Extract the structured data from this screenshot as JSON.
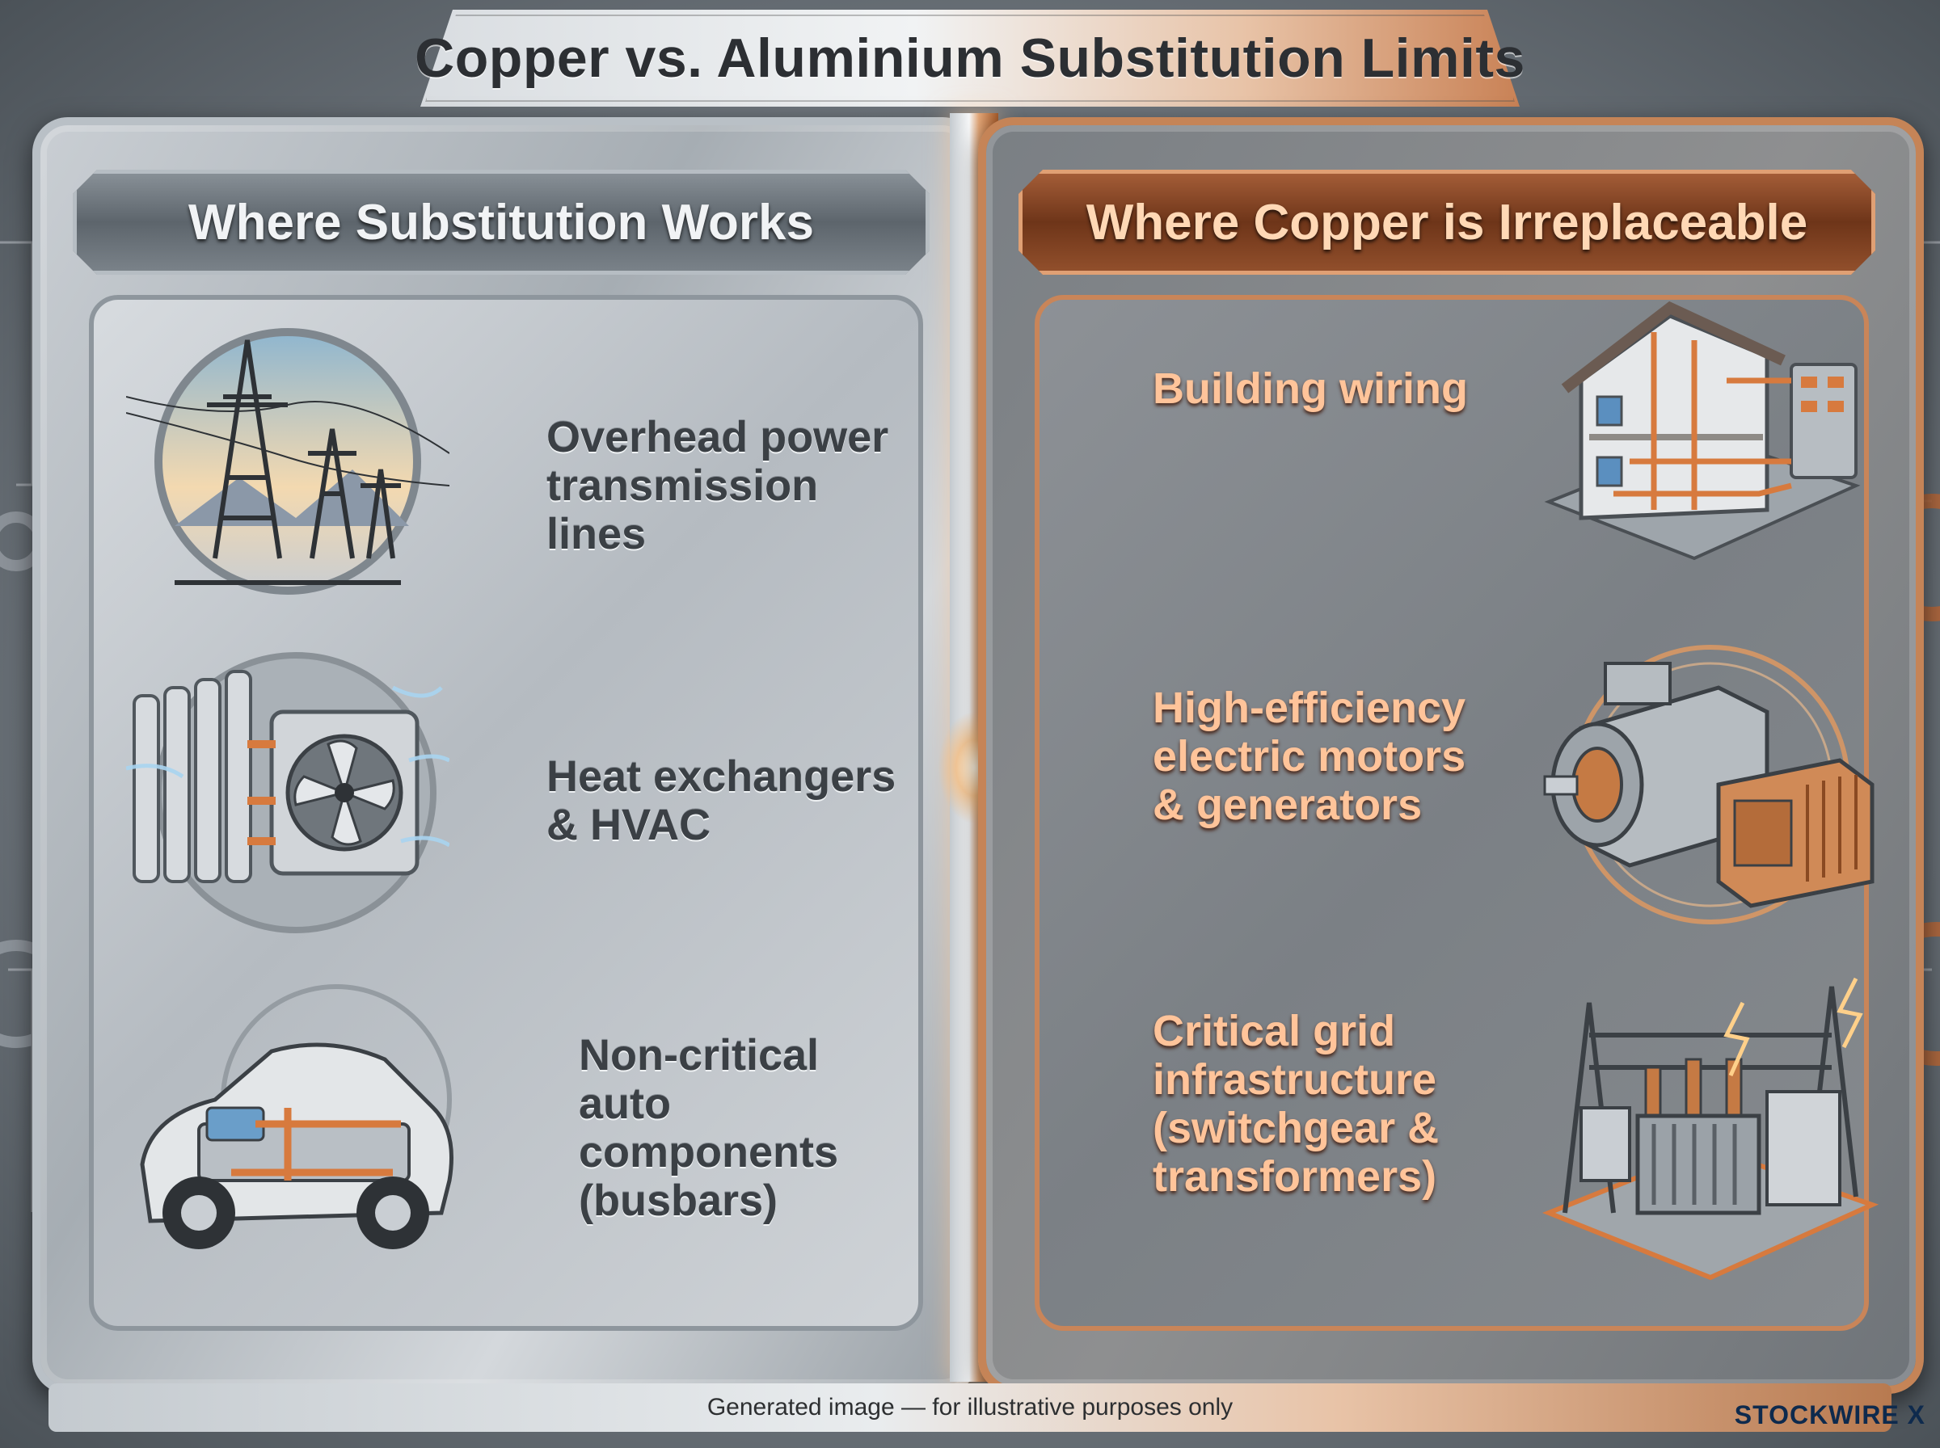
{
  "title": "Copper vs. Aluminium Substitution Limits",
  "left": {
    "heading": "Where Substitution Works",
    "items": [
      {
        "label": "Overhead power\ntransmission lines",
        "icon": "transmission-tower-icon"
      },
      {
        "label": "Heat exchangers\n& HVAC",
        "icon": "hvac-fan-icon"
      },
      {
        "label": "Non-critical auto\ncomponents\n(busbars)",
        "icon": "car-battery-icon"
      }
    ]
  },
  "right": {
    "heading": "Where Copper is Irreplaceable",
    "items": [
      {
        "label": "Building wiring",
        "icon": "house-wiring-icon"
      },
      {
        "label": "High-efficiency\nelectric motors\n& generators",
        "icon": "electric-motor-icon"
      },
      {
        "label": "Critical grid\ninfrastructure\n(switchgear &\ntransformers)",
        "icon": "substation-icon"
      }
    ]
  },
  "footer": "Generated image — for illustrative purposes only",
  "brand": "STOCKWIRE X",
  "colors": {
    "copper": "#c98559",
    "steel": "#b5bbc1",
    "title_text": "#2c2f33",
    "brand": "#0e2a4d"
  }
}
